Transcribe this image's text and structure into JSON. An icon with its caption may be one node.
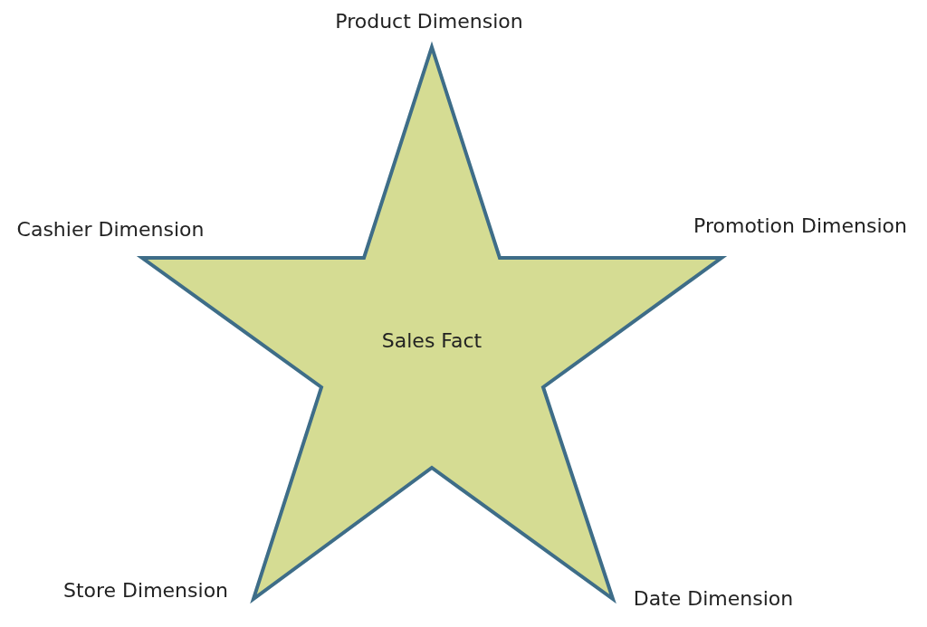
{
  "diagram": {
    "nodes": [
      {
        "text": [
          "Sales Fact"
        ]
      }
    ],
    "labels": [
      "Product Dimension",
      "Cashier Dimension",
      "Promotion Dimension",
      "Store Dimension",
      "Date Dimension"
    ]
  }
}
